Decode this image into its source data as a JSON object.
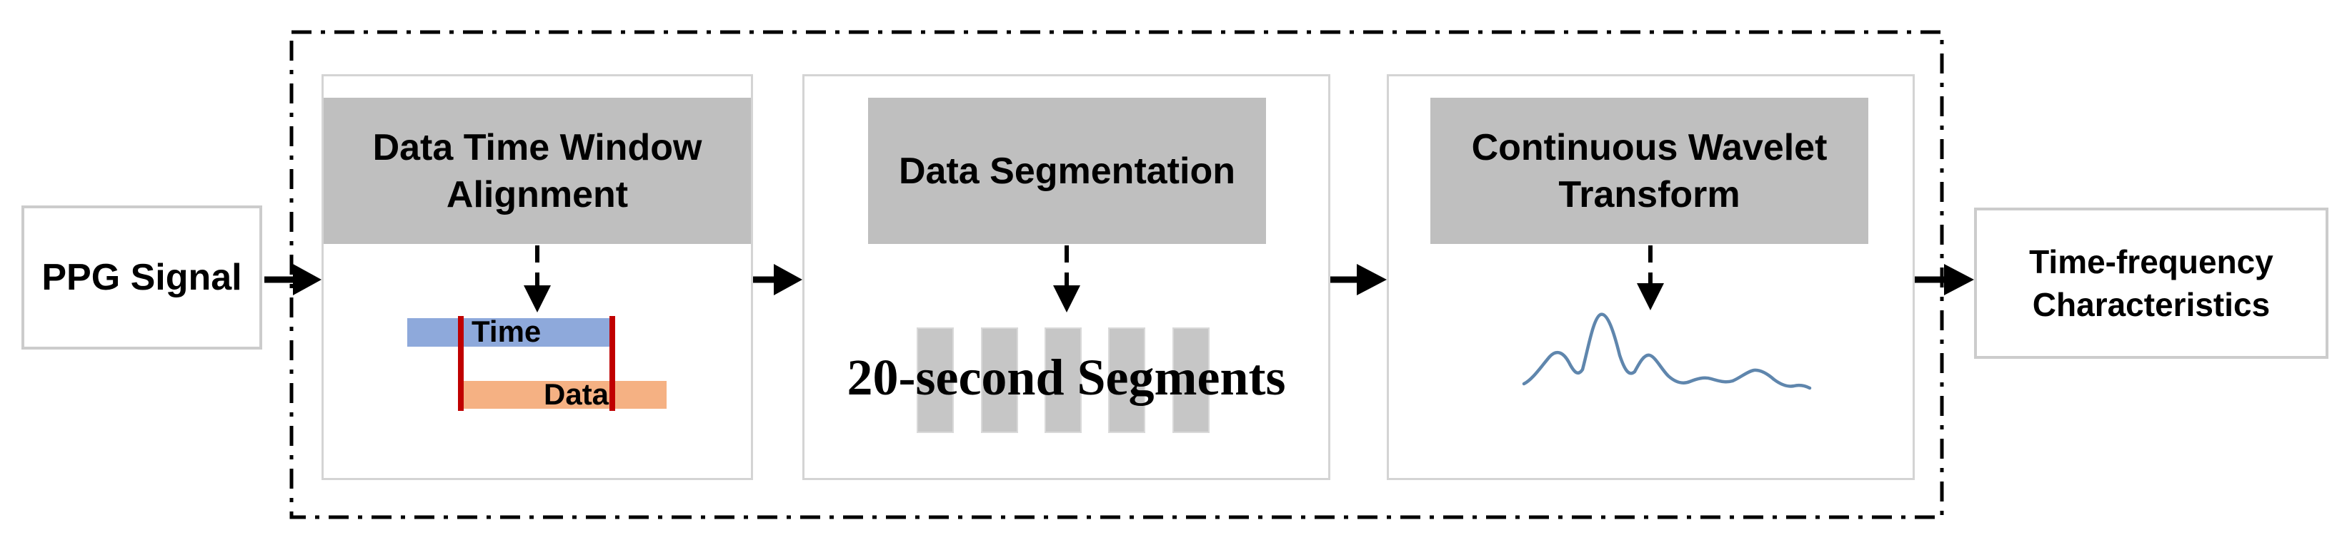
{
  "diagram": {
    "input_box": {
      "label": "PPG Signal"
    },
    "output_box": {
      "line1": "Time-frequency",
      "line2": "Characteristics"
    },
    "steps": [
      {
        "title_line1": "Data Time Window",
        "title_line2": "Alignment",
        "illustration": {
          "time_label": "Time",
          "data_label": "Data"
        }
      },
      {
        "title_line1": "Data Segmentation",
        "caption": "20-second Segments",
        "segment_count": 5
      },
      {
        "title_line1": "Continuous Wavelet",
        "title_line2": "Transform"
      }
    ]
  },
  "colors": {
    "header-gray": "#bfbfbf",
    "segment-gray": "#c6c6c6",
    "card-border": "#d4d4d4",
    "box-border": "#cccccc",
    "time-bar-blue": "#8ea9db",
    "data-bar-orange": "#f5b183",
    "alignment-line-red": "#c00000",
    "wavelet-blue": "#4e79a4",
    "arrow-black": "#000000"
  }
}
